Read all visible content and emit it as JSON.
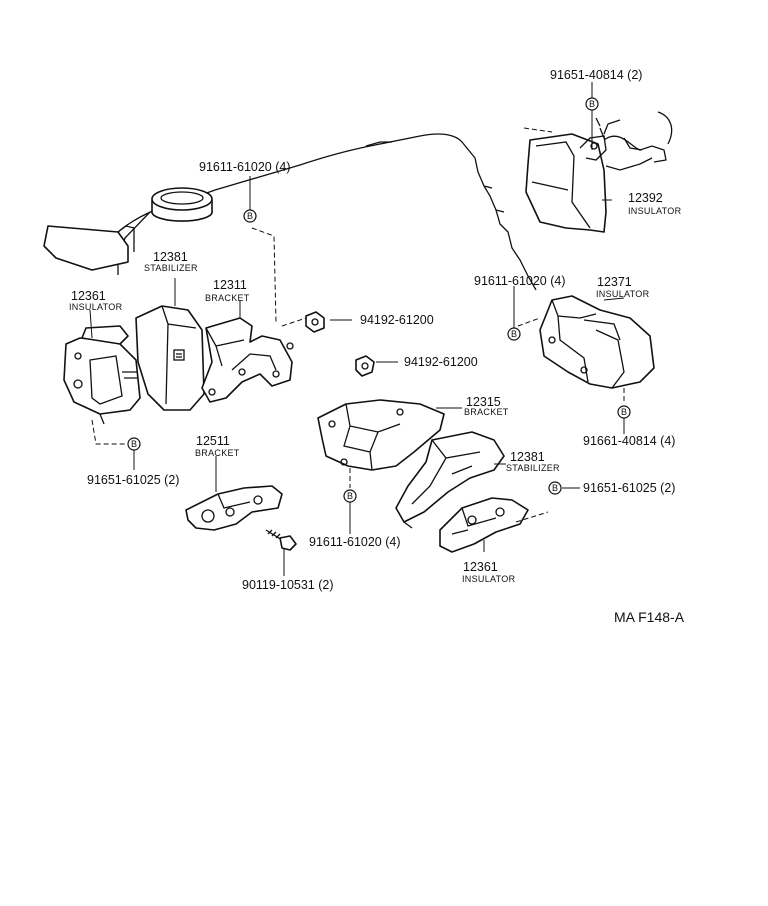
{
  "callouts": [
    {
      "id": "c1",
      "part": "91651-40814 (2)"
    },
    {
      "id": "c2",
      "part": "91611-61020 (4)"
    },
    {
      "id": "c3",
      "part": "12392",
      "name": "INSULATOR"
    },
    {
      "id": "c4",
      "part": "12381",
      "name": "STABILIZER"
    },
    {
      "id": "c5",
      "part": "12311",
      "name": "BRACKET"
    },
    {
      "id": "c6",
      "part": "12361",
      "name": "INSULATOR"
    },
    {
      "id": "c7",
      "part": "94192-61200"
    },
    {
      "id": "c8",
      "part": "91611-61020 (4)"
    },
    {
      "id": "c9",
      "part": "12371",
      "name": "INSULATOR"
    },
    {
      "id": "c10",
      "part": "94192-61200"
    },
    {
      "id": "c11",
      "part": "12315",
      "name": "BRACKET"
    },
    {
      "id": "c12",
      "part": "91661-40814 (4)"
    },
    {
      "id": "c13",
      "part": "12511",
      "name": "BRACKET"
    },
    {
      "id": "c14",
      "part": "12381",
      "name": "STABILIZER"
    },
    {
      "id": "c15",
      "part": "91651-61025 (2)"
    },
    {
      "id": "c16",
      "part": "91651-61025 (2)"
    },
    {
      "id": "c17",
      "part": "91611-61020 (4)"
    },
    {
      "id": "c18",
      "part": "12361",
      "name": "INSULATOR"
    },
    {
      "id": "c19",
      "part": "90119-10531 (2)"
    }
  ],
  "bolt_marker_letter": "B",
  "figure_code": "MA F148-A"
}
